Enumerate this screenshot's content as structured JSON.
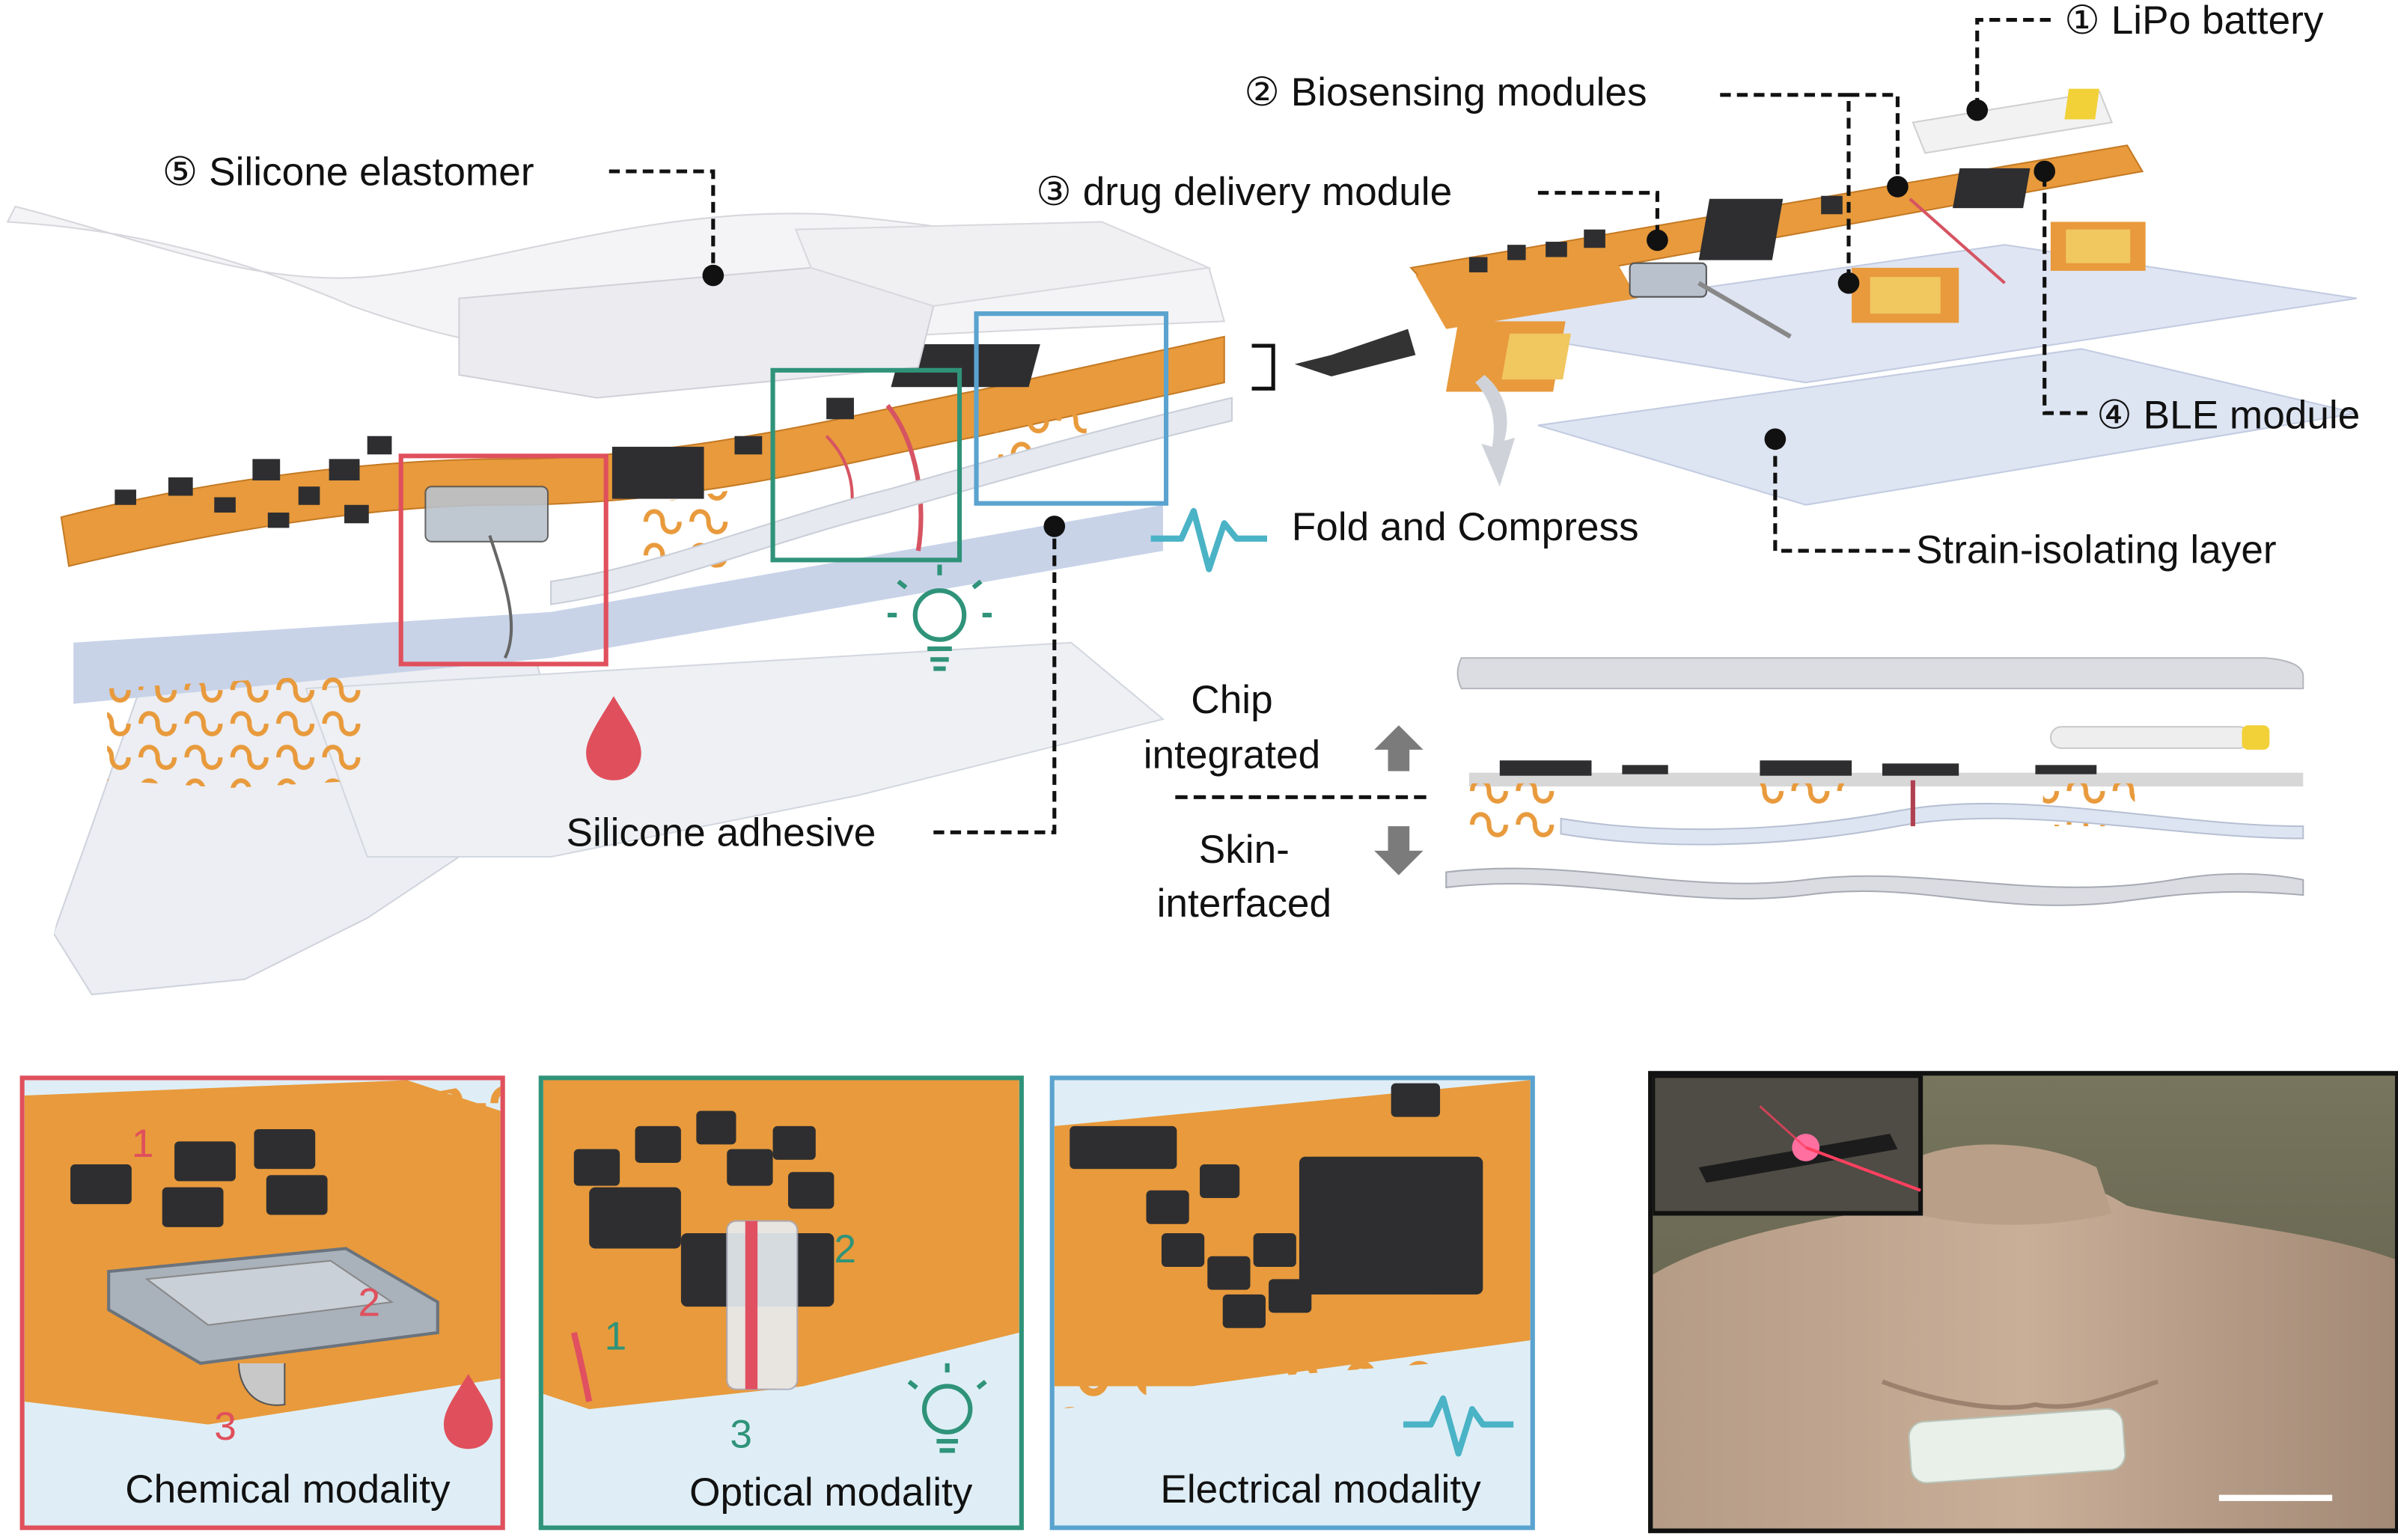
{
  "labels": {
    "lipo": "① LiPo battery",
    "biosensing": "② Biosensing modules",
    "drug": "③ drug delivery module",
    "ble": "④ BLE module",
    "silicone_elastomer": "⑤ Silicone elastomer",
    "fold": "Fold and Compress",
    "strain": "Strain-isolating layer",
    "silicone_adhesive": "Silicone adhesive",
    "chip_integrated_1": "Chip",
    "chip_integrated_2": "integrated",
    "skin_1": "Skin-",
    "skin_2": "interfaced"
  },
  "panels": {
    "chemical": {
      "title": "Chemical modality",
      "n1": "1",
      "n2": "2",
      "n3": "3"
    },
    "optical": {
      "title": "Optical modality",
      "n1": "1",
      "n2": "2",
      "n3": "3"
    },
    "electrical": {
      "title": "Electrical modality"
    }
  },
  "colors": {
    "chemical": "#e0505c",
    "optical": "#2f9379",
    "electrical": "#5aa3cf",
    "pcb": "#e89a3c",
    "chip": "#2e2e30",
    "layer": "#dde4f2"
  },
  "icons": [
    "blood-drop-icon",
    "light-bulb-icon",
    "ecg-wave-icon",
    "fold-arrow-icon",
    "up-arrow-icon",
    "down-arrow-icon",
    "left-arrow-icon"
  ]
}
